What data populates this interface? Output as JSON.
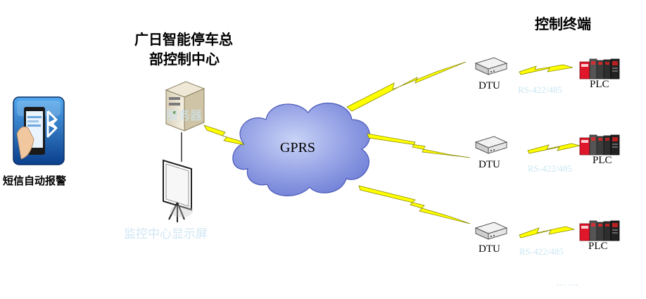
{
  "center_title_line1": "广日智能停车总",
  "center_title_line2": "部控制中心",
  "terminal_title": "控制终端",
  "server_label": "服务器",
  "monitor_label": "监控中心显示屏",
  "sms_label": "短信自动报警",
  "network_label": "GPRS",
  "dtu_label": "DTU",
  "plc_label": "PLC",
  "link_label": "RS-422/485",
  "ellipsis": "……",
  "colors": {
    "lightning": "#ffff00",
    "cloud": "#6f7fd6",
    "faint_text": "#c9e6f2"
  },
  "icons": [
    "phone-bluetooth-icon",
    "server-icon",
    "projector-screen-icon",
    "cloud-icon",
    "dtu-device-icon",
    "plc-device-icon",
    "lightning-icon"
  ]
}
